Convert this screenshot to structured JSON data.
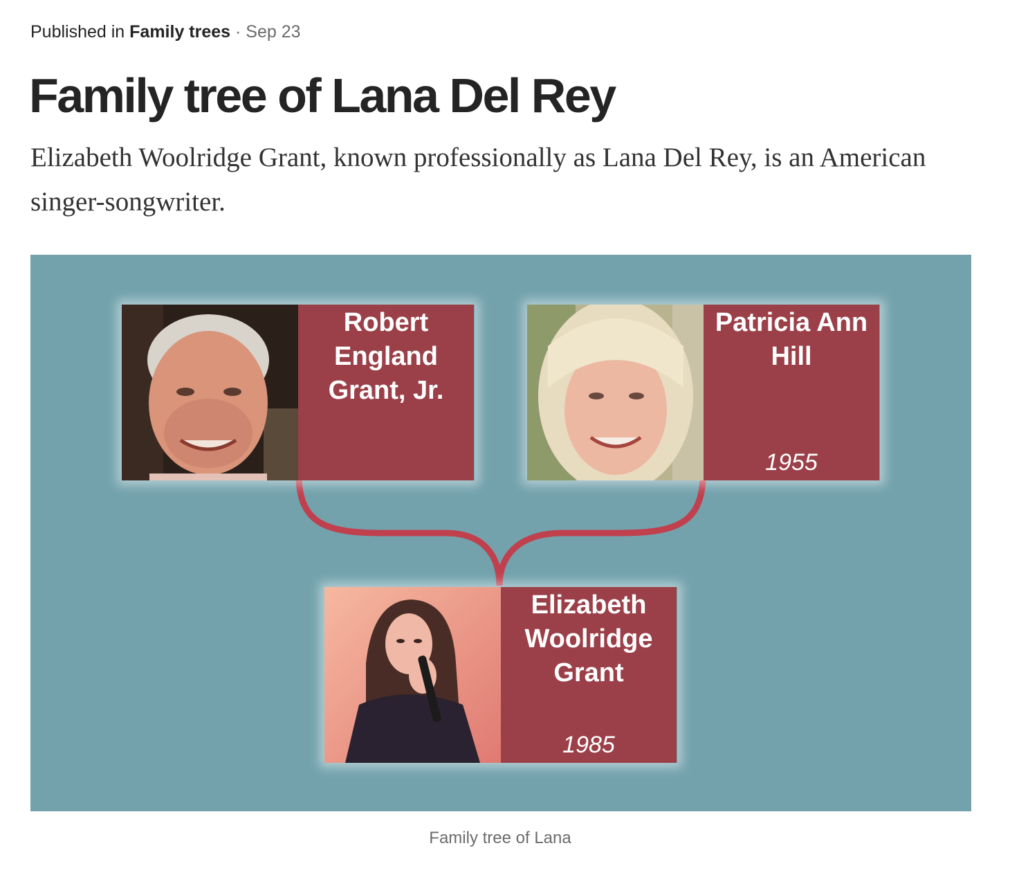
{
  "meta": {
    "prefix": "Published in ",
    "publication": "Family trees",
    "separator": " · ",
    "date": "Sep 23"
  },
  "title": "Family tree of Lana Del Rey",
  "subtitle": "Elizabeth Woolridge Grant, known professionally as Lana Del Rey, is an American singer-songwriter.",
  "figure": {
    "caption": "Family tree of Lana",
    "colors": {
      "background": "#73a2ad",
      "card": "#9b4049",
      "connector": "#c0404e"
    },
    "people": [
      {
        "name": "Robert England Grant, Jr.",
        "year": "",
        "photo_icon": "man-portrait-icon"
      },
      {
        "name": "Patricia Ann Hill",
        "year": "1955",
        "photo_icon": "woman-portrait-icon"
      },
      {
        "name": "Elizabeth Woolridge Grant",
        "year": "1985",
        "photo_icon": "singer-portrait-icon"
      }
    ]
  }
}
